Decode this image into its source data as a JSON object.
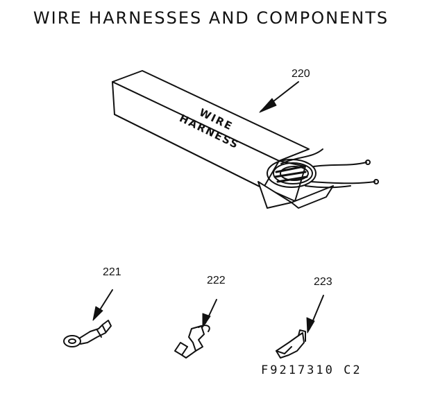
{
  "title": "WIRE HARNESSES AND COMPONENTS",
  "parts": [
    {
      "number": "220",
      "label": "WIRE HARNESS"
    },
    {
      "number": "221"
    },
    {
      "number": "222"
    },
    {
      "number": "223"
    }
  ],
  "figure_code": "F9217310 C2",
  "colors": {
    "ink": "#111111",
    "background": "#ffffff"
  }
}
